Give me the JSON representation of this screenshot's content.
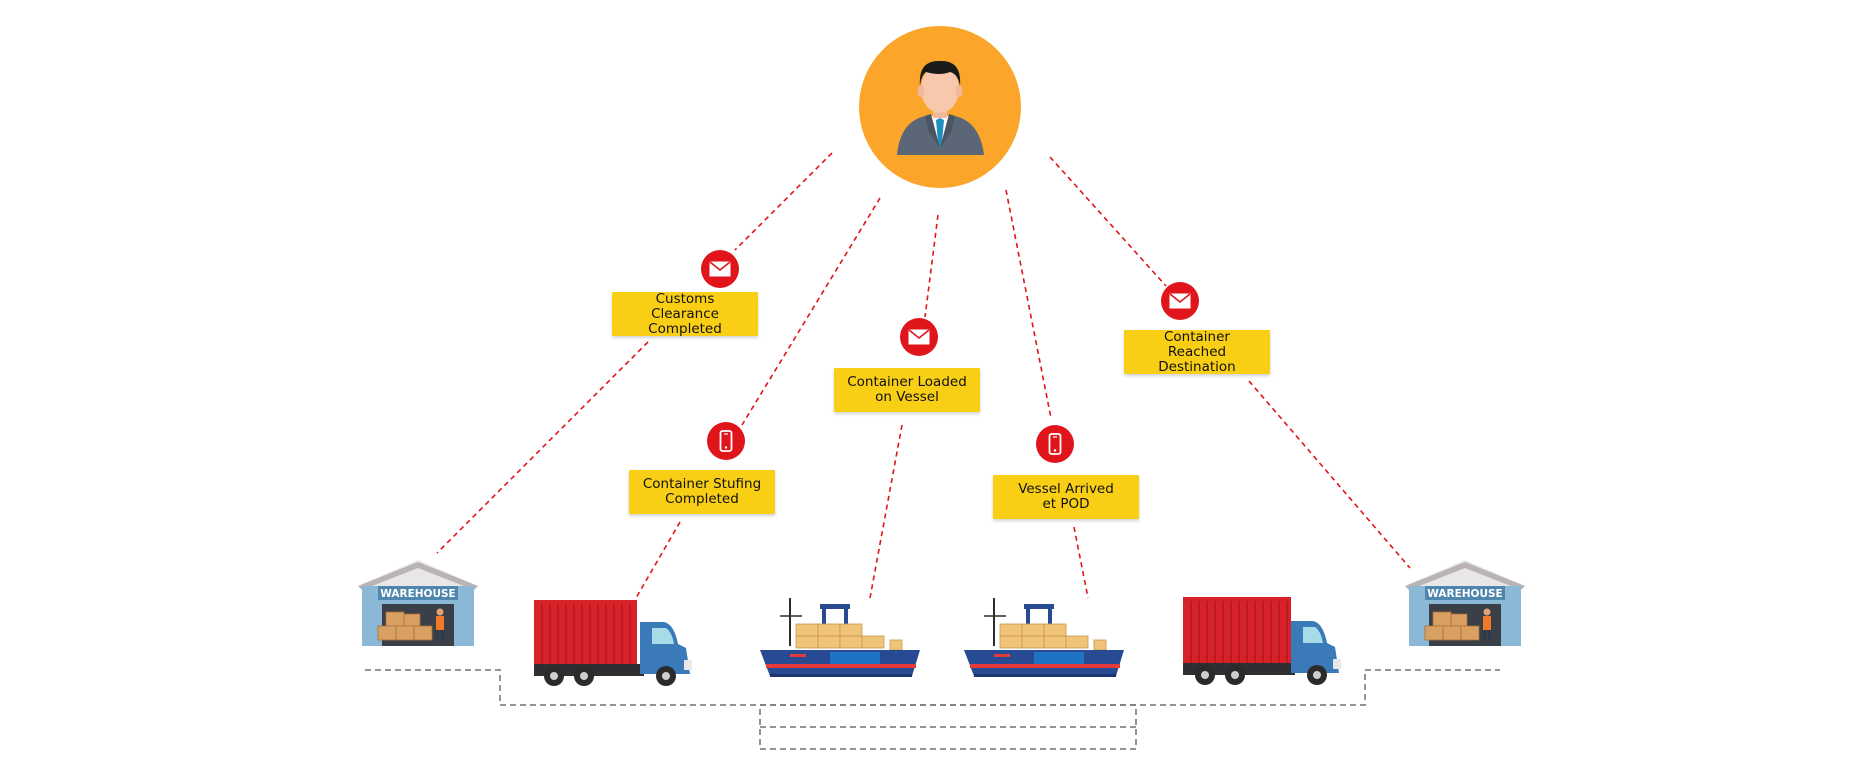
{
  "labels": {
    "customs": [
      "Customs Clearance",
      "Completed"
    ],
    "stuffing": [
      "Container Stufing",
      "Completed"
    ],
    "loaded": [
      "Container Loaded",
      "on Vessel"
    ],
    "arrived": [
      "Vessel Arrived",
      "et POD"
    ],
    "reached": [
      "Container Reached",
      "Destination"
    ]
  },
  "warehouse_sign": "WAREHOUSE",
  "colors": {
    "avatar_circle": "#fba52b",
    "label_bg": "#f9cf16",
    "badge_red": "#e0141b",
    "connector_red": "#e0141b",
    "truck_container": "#d8222a",
    "truck_cab": "#3a7ab8",
    "ship_hull": "#274a93"
  },
  "icons": [
    "person-avatar-icon",
    "envelope-icon",
    "mobile-phone-icon",
    "warehouse-icon",
    "truck-icon",
    "cargo-ship-icon"
  ]
}
